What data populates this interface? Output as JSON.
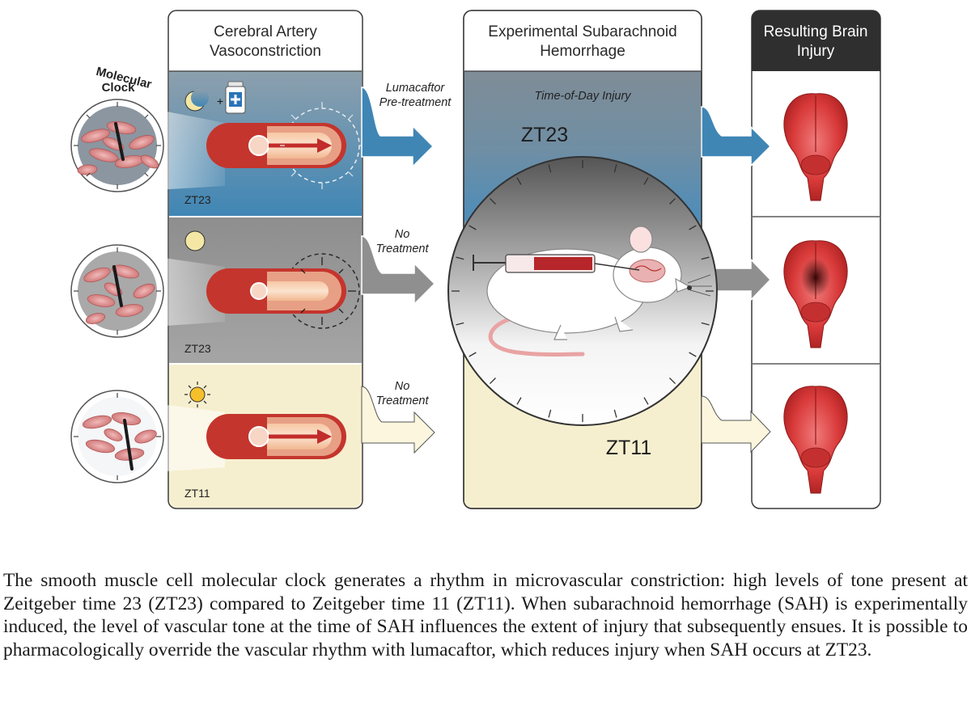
{
  "headers": {
    "artery_line1": "Cerebral Artery",
    "artery_line2": "Vasoconstriction",
    "sah_line1": "Experimental Subarachnoid",
    "sah_line2": "Hemorrhage",
    "injury_line1": "Resulting Brain",
    "injury_line2": "Injury"
  },
  "molecular_clock": {
    "line1": "Molecular",
    "line2": "Clock"
  },
  "rows": [
    {
      "zt": "ZT23",
      "treatment_line1": "Lumacaftor",
      "treatment_line2": "Pre-treatment",
      "icon": "moon-plus-drug-icon",
      "band_color": "#5b93b8"
    },
    {
      "zt": "ZT23",
      "treatment_line1": "No",
      "treatment_line2": "Treatment",
      "icon": "moon-icon",
      "band_color": "#9a9a9a"
    },
    {
      "zt": "ZT11",
      "treatment_line1": "No",
      "treatment_line2": "Treatment",
      "icon": "sun-icon",
      "band_color": "#f6efcf"
    }
  ],
  "sah_panel": {
    "time_of_day_label": "Time-of-Day Injury",
    "zt_top": "ZT23",
    "zt_bottom": "ZT11"
  },
  "caption": "The smooth muscle cell molecular clock generates a rhythm in microvascular constriction: high levels of tone present at Zeitgeber time 23 (ZT23) compared to Zeitgeber time 11 (ZT11). When subarachnoid hemorrhage (SAH) is experimentally induced, the level of vascular tone at the time of SAH influences the extent of injury that subsequently ensues. It is possible to pharmacologically override the vascular rhythm with lumacaftor, which reduces injury when SAH occurs at ZT23."
}
